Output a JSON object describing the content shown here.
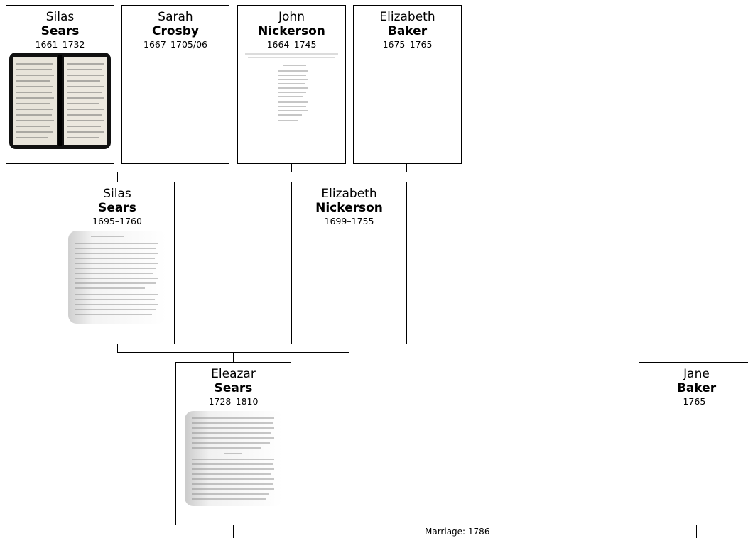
{
  "people": [
    {
      "id": "p1",
      "given": "Silas",
      "surname": "Sears",
      "dates": "1661–1732",
      "photo": "document-scan-dark"
    },
    {
      "id": "p2",
      "given": "Sarah",
      "surname": "Crosby",
      "dates": "1667–1705/06",
      "photo": null
    },
    {
      "id": "p3",
      "given": "John",
      "surname": "Nickerson",
      "dates": "1664–1745",
      "photo": "document-scan-sparse"
    },
    {
      "id": "p4",
      "given": "Elizabeth",
      "surname": "Baker",
      "dates": "1675–1765",
      "photo": null
    },
    {
      "id": "p5",
      "given": "Silas",
      "surname": "Sears",
      "dates": "1695–1760",
      "photo": "book-page-scan"
    },
    {
      "id": "p6",
      "given": "Elizabeth",
      "surname": "Nickerson",
      "dates": "1699–1755",
      "photo": null
    },
    {
      "id": "p7",
      "given": "Eleazar",
      "surname": "Sears",
      "dates": "1728–1810",
      "photo": "book-page-scan"
    },
    {
      "id": "p8",
      "given": "Jane",
      "surname": "Baker",
      "dates": "1765–",
      "photo": null
    }
  ],
  "marriage": {
    "label": "Marriage: 1786"
  }
}
